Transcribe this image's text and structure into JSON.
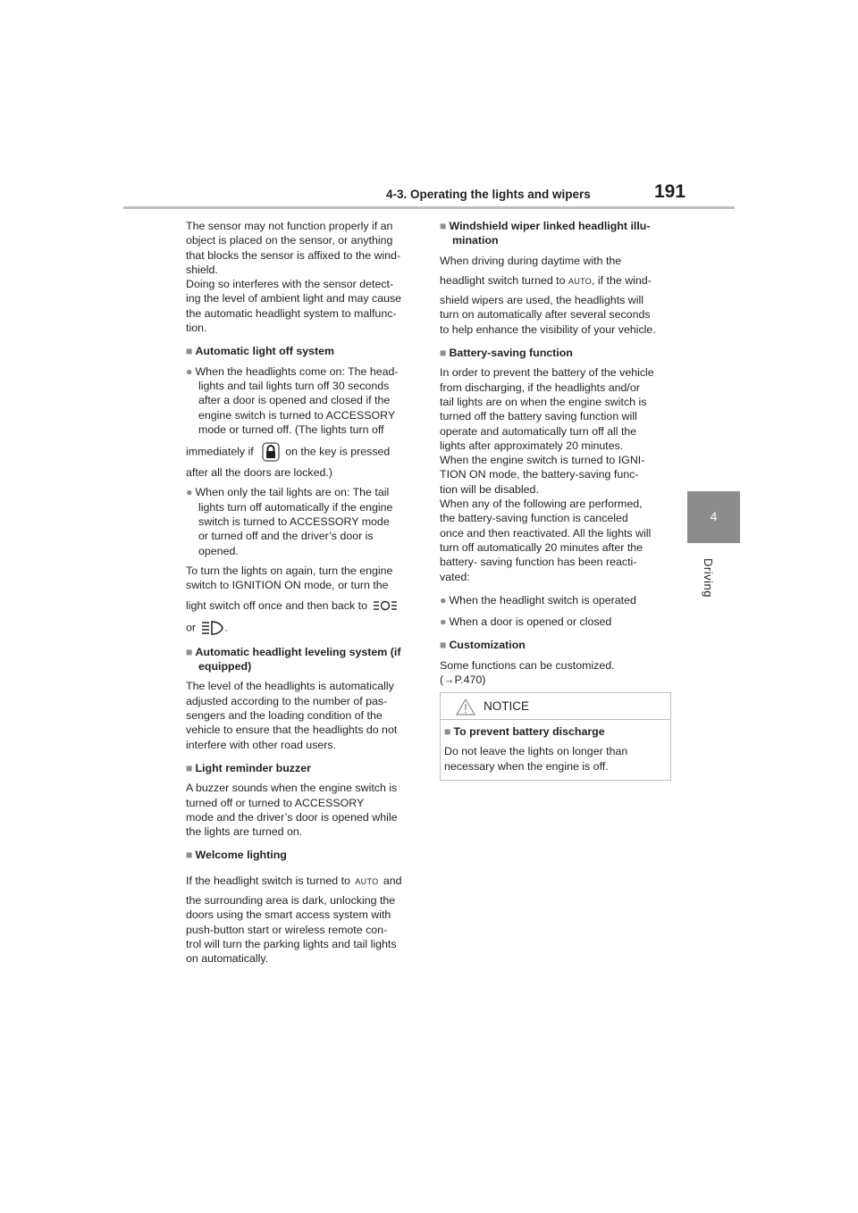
{
  "header": {
    "section_title": "4-3. Operating the lights and wipers",
    "page_number": "191"
  },
  "side_tab": {
    "number": "4",
    "label": "Driving"
  },
  "left_column": {
    "intro_lines": [
      "The sensor may not function properly if an",
      "object is placed on the sensor, or anything",
      "that blocks the sensor is affixed to the wind-",
      "shield.",
      "Doing so interferes with the sensor detect-",
      "ing the level of ambient light and may cause",
      "the automatic headlight system to malfunc-",
      "tion."
    ],
    "auto_off": {
      "heading": "Automatic light off system",
      "b1_lines": [
        "When the headlights come on: The head-",
        "lights and tail lights turn off 30 seconds",
        "after a door is opened and closed if the",
        "engine switch is turned to ACCESSORY",
        "mode or turned off. (The lights turn off"
      ],
      "b1_icon_before": "immediately if",
      "b1_icon_after": "on the key is pressed",
      "b1_last": "after all the doors are locked.)",
      "b2_lines": [
        "When only the tail lights are on: The tail",
        "lights turn off automatically if the engine",
        "switch is turned to ACCESSORY mode",
        "or turned off and the driver’s door is",
        "opened."
      ],
      "after_lines": [
        "To turn the lights on again, turn the engine",
        "switch to IGNITION ON mode, or turn the"
      ],
      "after_icon_line": "light switch off once and then back to",
      "after_or": "or",
      "after_period": "."
    },
    "leveling": {
      "heading_l1": "Automatic headlight leveling system (if",
      "heading_l2": "equipped)",
      "lines": [
        "The level of the headlights is automatically",
        "adjusted according to the number of pas-",
        "sengers and the loading condition of the",
        "vehicle to ensure that the headlights do not",
        "interfere with other road users."
      ]
    },
    "reminder": {
      "heading": "Light reminder buzzer",
      "lines": [
        "A buzzer sounds when the engine switch is",
        "turned off or turned to ACCESSORY",
        "mode and the driver’s door is opened while",
        "the lights are turned on."
      ]
    },
    "welcome": {
      "heading": "Welcome lighting",
      "first_before": "If the headlight switch is turned to",
      "first_after": "and",
      "lines": [
        "the surrounding area is dark, unlocking the",
        "doors using the smart access system with",
        "push-button start or wireless remote con-",
        "trol will turn the parking lights and tail lights",
        "on automatically."
      ]
    }
  },
  "right_column": {
    "wiper": {
      "heading_l1": "Windshield wiper linked headlight illu-",
      "heading_l2": "mination",
      "line1": "When driving during daytime with the",
      "line2_before": "headlight switch turned to",
      "line2_after": ", if the wind-",
      "lines": [
        "shield wipers are used, the headlights will",
        "turn on automatically after several seconds",
        "to help enhance the visibility of your vehicle."
      ]
    },
    "battery": {
      "heading": "Battery-saving function",
      "lines": [
        "In order to prevent the battery of the vehicle",
        "from discharging, if the headlights and/or",
        "tail lights are on when the engine switch is",
        "turned off the battery saving function will",
        "operate and automatically turn off all the",
        "lights after approximately 20 minutes.",
        "When the engine switch is turned to IGNI-",
        "TION ON mode, the battery-saving func-",
        "tion will be disabled.",
        "When any of the following are performed,",
        "the battery-saving function is canceled",
        "once and then reactivated. All the lights will",
        "turn off automatically 20 minutes after the",
        "battery- saving function has been reacti-",
        "vated:"
      ],
      "bullet1": "When the headlight switch is operated",
      "bullet2": "When a door is opened or closed"
    },
    "custom": {
      "heading": "Customization",
      "line1": "Some functions can be customized.",
      "line2": "(→P.470)"
    },
    "notice": {
      "title": "NOTICE",
      "heading": "To prevent battery discharge",
      "lines": [
        "Do not leave the lights on longer than",
        "necessary when the engine is off."
      ]
    }
  },
  "icons": {
    "auto_label": "AUTO",
    "lock": "lock-icon",
    "tail_light": "tail-light-icon",
    "headlight": "headlight-icon"
  },
  "colors": {
    "tab_gray": "#8c8c8c",
    "rule_gray": "#bfbfbf"
  }
}
